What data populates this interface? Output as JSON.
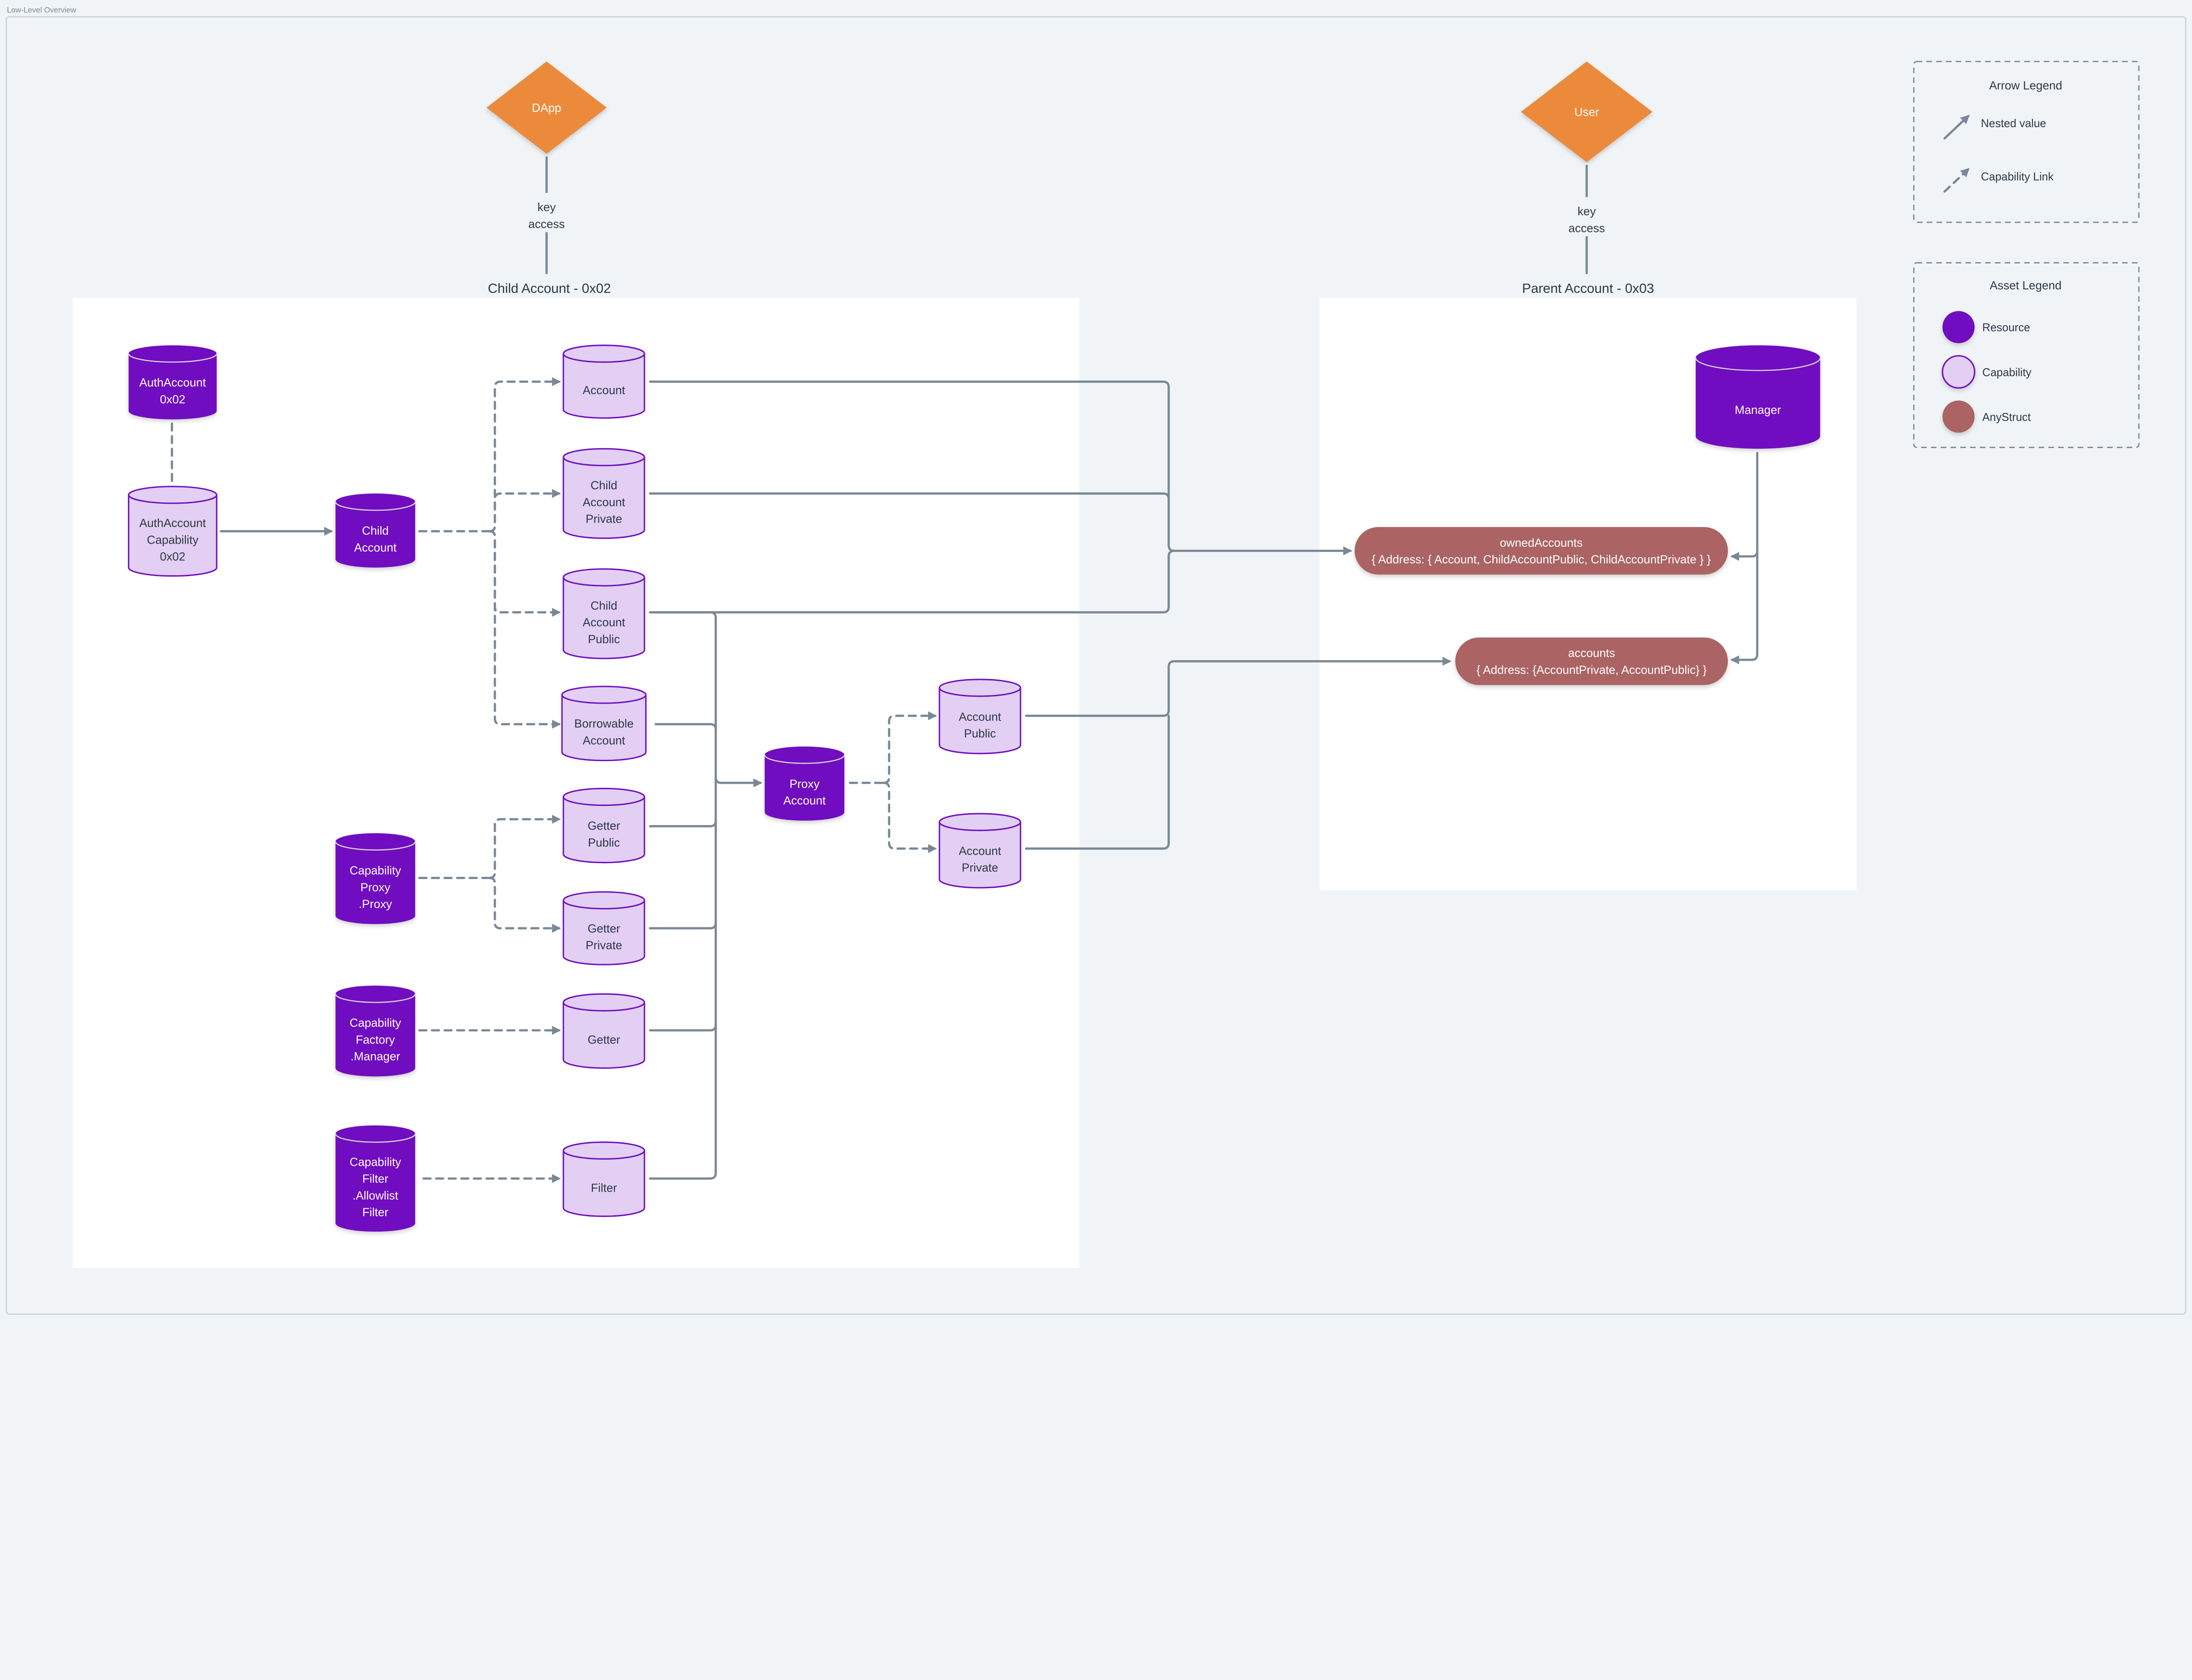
{
  "page_title": "Low-Level Overview",
  "colors": {
    "background": "#f0f4f7",
    "resource": "#7010c0",
    "capability_fill": "#e2cff3",
    "capability_stroke": "#7010c0",
    "anystruct": "#ab6464",
    "key_holder": "#eb8a3b",
    "edge": "#7a8896"
  },
  "actors": [
    {
      "id": "dapp",
      "label": "DApp",
      "link_label": [
        "key",
        "access"
      ]
    },
    {
      "id": "user",
      "label": "User",
      "link_label": [
        "key",
        "access"
      ]
    }
  ],
  "containers": [
    {
      "id": "child",
      "title": "Child Account - 0x02"
    },
    {
      "id": "parent",
      "title": "Parent Account - 0x03"
    }
  ],
  "nodes": [
    {
      "id": "authaccount",
      "kind": "resource",
      "lines": [
        "AuthAccount",
        "0x02"
      ]
    },
    {
      "id": "authcap",
      "kind": "capability",
      "lines": [
        "AuthAccount",
        "Capability",
        "0x02"
      ]
    },
    {
      "id": "childaccount",
      "kind": "resource",
      "lines": [
        "Child",
        "Account"
      ]
    },
    {
      "id": "account",
      "kind": "capability",
      "lines": [
        "Account"
      ]
    },
    {
      "id": "childprivate",
      "kind": "capability",
      "lines": [
        "Child",
        "Account",
        "Private"
      ]
    },
    {
      "id": "childpublic",
      "kind": "capability",
      "lines": [
        "Child",
        "Account",
        "Public"
      ]
    },
    {
      "id": "borrowable",
      "kind": "capability",
      "lines": [
        "Borrowable",
        "Account"
      ]
    },
    {
      "id": "getterpublic",
      "kind": "capability",
      "lines": [
        "Getter",
        "Public"
      ]
    },
    {
      "id": "getterprivate",
      "kind": "capability",
      "lines": [
        "Getter",
        "Private"
      ]
    },
    {
      "id": "getter",
      "kind": "capability",
      "lines": [
        "Getter"
      ]
    },
    {
      "id": "filter",
      "kind": "capability",
      "lines": [
        "Filter"
      ]
    },
    {
      "id": "capproxy",
      "kind": "resource",
      "lines": [
        "Capability",
        "Proxy",
        ".Proxy"
      ]
    },
    {
      "id": "capfactory",
      "kind": "resource",
      "lines": [
        "Capability",
        "Factory",
        ".Manager"
      ]
    },
    {
      "id": "capfilter",
      "kind": "resource",
      "lines": [
        "Capability",
        "Filter",
        ".Allowlist",
        "Filter"
      ]
    },
    {
      "id": "proxyaccount",
      "kind": "resource",
      "lines": [
        "Proxy",
        "Account"
      ]
    },
    {
      "id": "accountpublic",
      "kind": "capability",
      "lines": [
        "Account",
        "Public"
      ]
    },
    {
      "id": "accountprivate",
      "kind": "capability",
      "lines": [
        "Account",
        "Private"
      ]
    },
    {
      "id": "manager",
      "kind": "resource",
      "lines": [
        "Manager"
      ]
    }
  ],
  "structs": [
    {
      "id": "ownedaccounts",
      "lines": [
        "ownedAccounts",
        "{ Address: { Account, ChildAccountPublic, ChildAccountPrivate } }"
      ]
    },
    {
      "id": "accounts",
      "lines": [
        "accounts",
        "{ Address: {AccountPrivate, AccountPublic} }"
      ]
    }
  ],
  "edges": [
    {
      "from": "authaccount",
      "to": "authcap",
      "kind": "capability"
    },
    {
      "from": "authcap",
      "to": "childaccount",
      "kind": "nested"
    },
    {
      "from": "childaccount",
      "to": "account",
      "kind": "capability"
    },
    {
      "from": "childaccount",
      "to": "childprivate",
      "kind": "capability"
    },
    {
      "from": "childaccount",
      "to": "childpublic",
      "kind": "capability"
    },
    {
      "from": "childaccount",
      "to": "borrowable",
      "kind": "capability"
    },
    {
      "from": "capproxy",
      "to": "getterpublic",
      "kind": "capability"
    },
    {
      "from": "capproxy",
      "to": "getterprivate",
      "kind": "capability"
    },
    {
      "from": "capfactory",
      "to": "getter",
      "kind": "capability"
    },
    {
      "from": "capfilter",
      "to": "filter",
      "kind": "capability"
    },
    {
      "from": "account",
      "to": "ownedaccounts",
      "kind": "nested"
    },
    {
      "from": "childprivate",
      "to": "ownedaccounts",
      "kind": "nested"
    },
    {
      "from": "childpublic",
      "to": "ownedaccounts",
      "kind": "nested"
    },
    {
      "from": "childpublic",
      "to": "proxyaccount",
      "kind": "nested"
    },
    {
      "from": "borrowable",
      "to": "proxyaccount",
      "kind": "nested"
    },
    {
      "from": "getterpublic",
      "to": "proxyaccount",
      "kind": "nested"
    },
    {
      "from": "getterprivate",
      "to": "proxyaccount",
      "kind": "nested"
    },
    {
      "from": "getter",
      "to": "proxyaccount",
      "kind": "nested"
    },
    {
      "from": "filter",
      "to": "proxyaccount",
      "kind": "nested"
    },
    {
      "from": "proxyaccount",
      "to": "accountpublic",
      "kind": "capability"
    },
    {
      "from": "proxyaccount",
      "to": "accountprivate",
      "kind": "capability"
    },
    {
      "from": "accountpublic",
      "to": "accounts",
      "kind": "nested"
    },
    {
      "from": "accountprivate",
      "to": "accounts",
      "kind": "nested"
    },
    {
      "from": "manager",
      "to": "ownedaccounts",
      "kind": "nested"
    },
    {
      "from": "manager",
      "to": "accounts",
      "kind": "nested"
    }
  ],
  "arrow_legend": {
    "title": "Arrow Legend",
    "items": [
      {
        "kind": "nested",
        "label": "Nested value"
      },
      {
        "kind": "capability",
        "label": "Capability Link"
      }
    ]
  },
  "asset_legend": {
    "title": "Asset Legend",
    "items": [
      {
        "kind": "resource",
        "label": "Resource"
      },
      {
        "kind": "capability",
        "label": "Capability"
      },
      {
        "kind": "anystruct",
        "label": "AnyStruct"
      }
    ]
  }
}
